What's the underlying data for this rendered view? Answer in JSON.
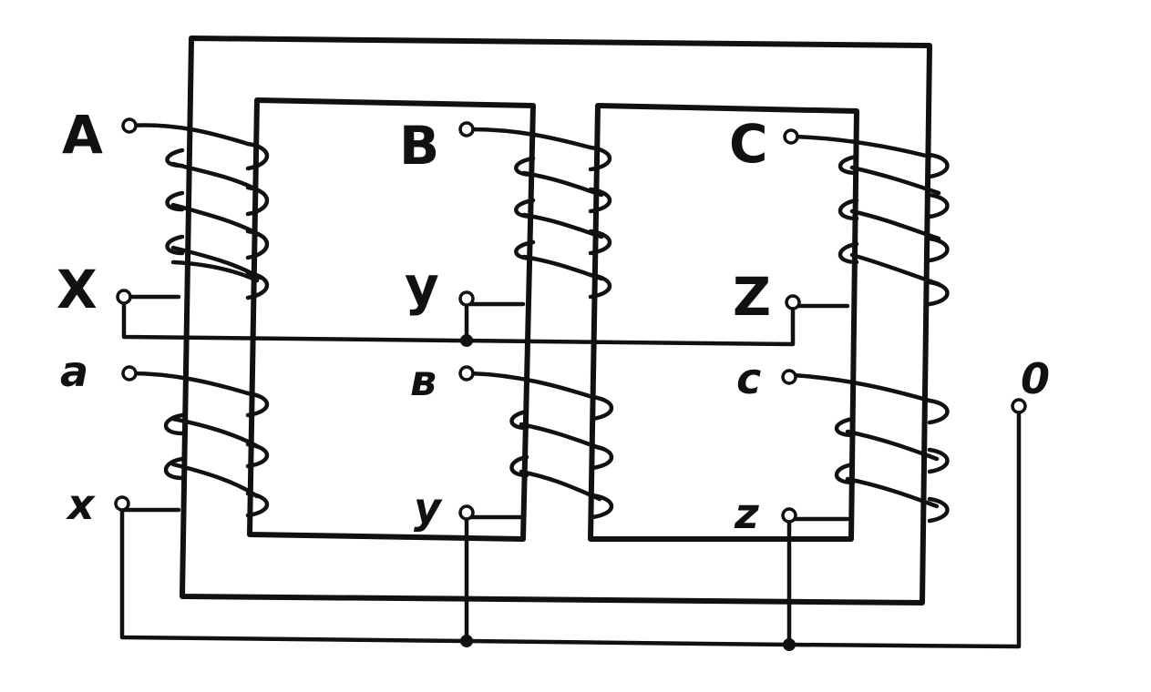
{
  "diagram": {
    "labels": {
      "hv_phase_a_start": "A",
      "hv_phase_a_end": "X",
      "lv_phase_a_start": "a",
      "lv_phase_a_end": "x",
      "hv_phase_b_start": "B",
      "hv_phase_b_end": "y",
      "lv_phase_b_start": "в",
      "lv_phase_b_end": "y",
      "hv_phase_c_start": "C",
      "hv_phase_c_end": "Z",
      "lv_phase_c_start": "c",
      "lv_phase_c_end": "z",
      "neutral": "0"
    }
  }
}
